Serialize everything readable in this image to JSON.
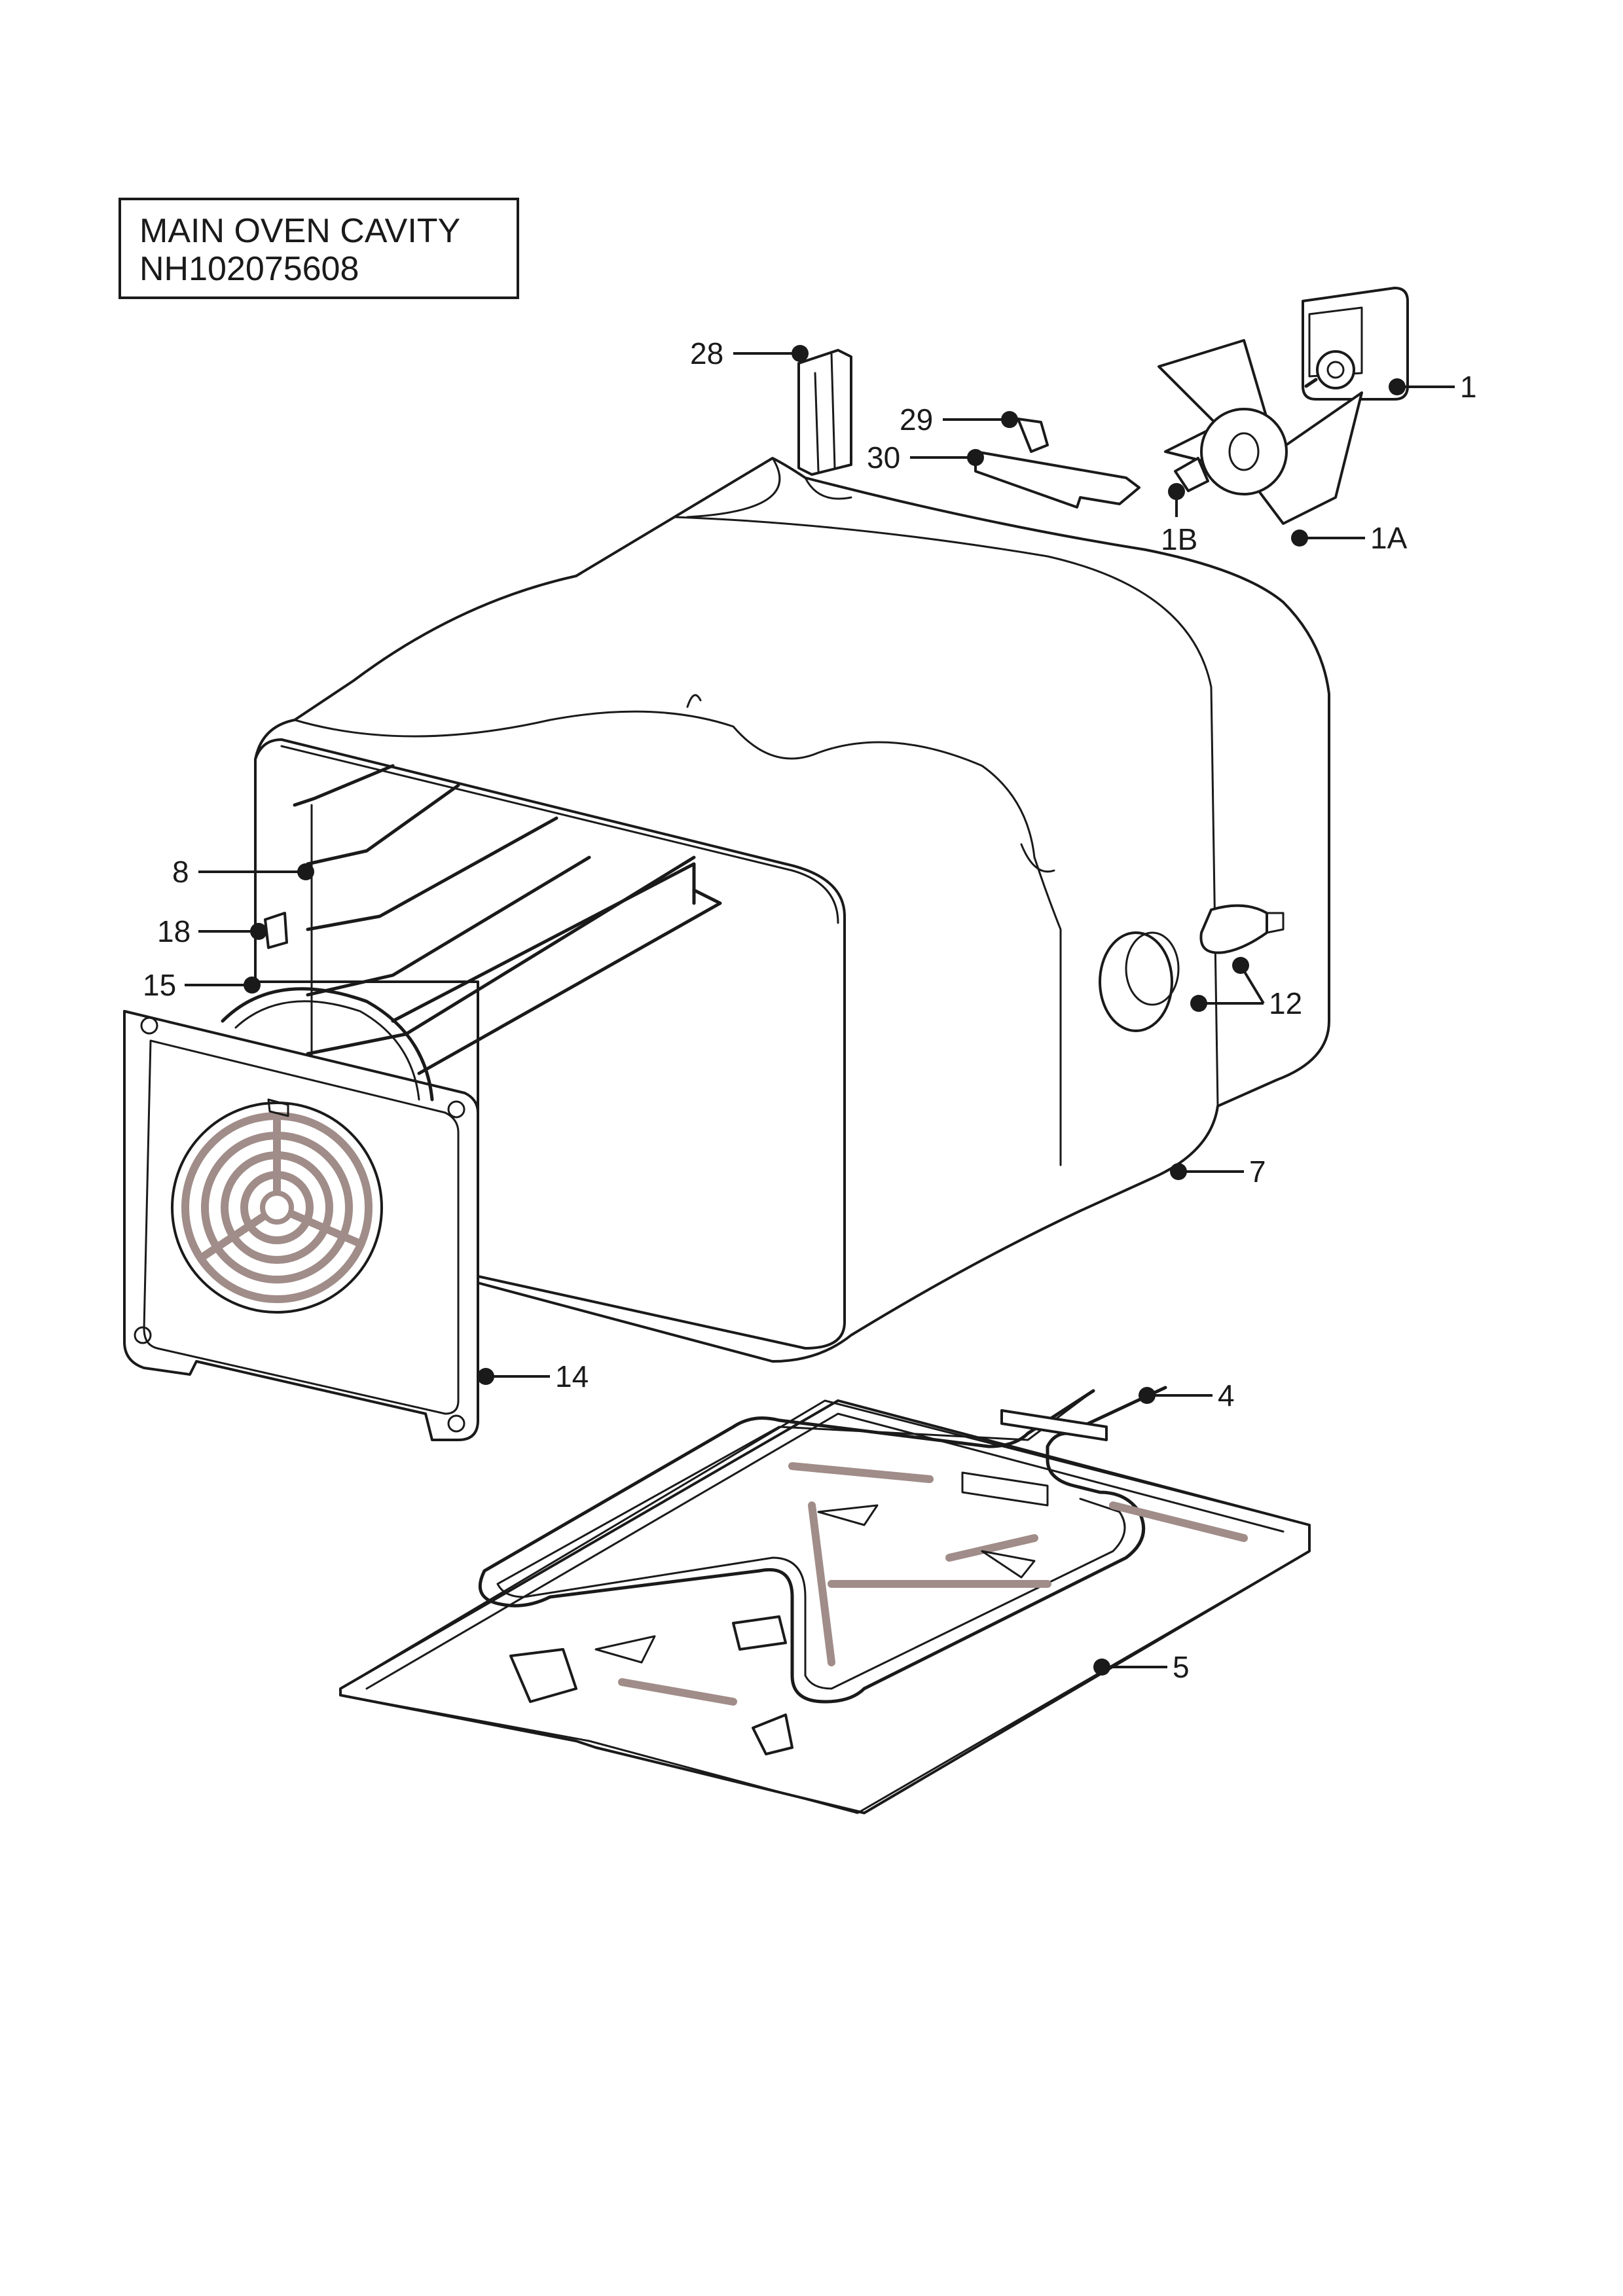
{
  "title": {
    "line1": "MAIN OVEN CAVITY",
    "line2": "NH102075608"
  },
  "callouts": [
    {
      "id": "28",
      "label": "28"
    },
    {
      "id": "29",
      "label": "29"
    },
    {
      "id": "30",
      "label": "30"
    },
    {
      "id": "1",
      "label": "1"
    },
    {
      "id": "1B",
      "label": "1B"
    },
    {
      "id": "1A",
      "label": "1A"
    },
    {
      "id": "8",
      "label": "8"
    },
    {
      "id": "18",
      "label": "18"
    },
    {
      "id": "15",
      "label": "15"
    },
    {
      "id": "12",
      "label": "12"
    },
    {
      "id": "7",
      "label": "7"
    },
    {
      "id": "14",
      "label": "14"
    },
    {
      "id": "4",
      "label": "4"
    },
    {
      "id": "5",
      "label": "5"
    }
  ]
}
